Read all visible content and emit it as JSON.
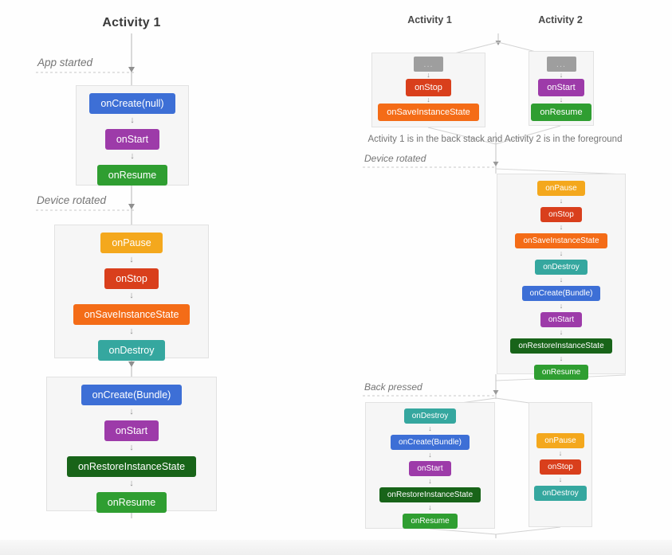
{
  "colors": {
    "blue": "#3d6fd6",
    "purple": "#9d3ba9",
    "green": "#2f9e31",
    "amber": "#f4a81d",
    "red": "#d93f1c",
    "orange": "#f46c17",
    "teal": "#35a79f",
    "darkgreen": "#186419",
    "gray": "#9e9e9e"
  },
  "left": {
    "title": "Activity 1",
    "app_started_label": "App started",
    "device_rotated_label": "Device rotated"
  },
  "right": {
    "activity1_title": "Activity 1",
    "activity2_title": "Activity 2",
    "caption": "Activity 1 is in the back stack and Activity 2 is in the foreground",
    "device_rotated_label": "Device rotated",
    "back_pressed_label": "Back pressed"
  },
  "panels": {
    "left-app-started": {
      "steps": [
        {
          "label": "onCreate(null)",
          "color": "blue"
        },
        {
          "label": "onStart",
          "color": "purple"
        },
        {
          "label": "onResume",
          "color": "green"
        }
      ]
    },
    "left-device-rotated": {
      "steps": [
        {
          "label": "onPause",
          "color": "amber"
        },
        {
          "label": "onStop",
          "color": "red"
        },
        {
          "label": "onSaveInstanceState",
          "color": "orange"
        },
        {
          "label": "onDestroy",
          "color": "teal"
        }
      ]
    },
    "left-recreated": {
      "steps": [
        {
          "label": "onCreate(Bundle)",
          "color": "blue"
        },
        {
          "label": "onStart",
          "color": "purple"
        },
        {
          "label": "onRestoreInstanceState",
          "color": "darkgreen"
        },
        {
          "label": "onResume",
          "color": "green"
        }
      ]
    },
    "right-activity1-backstack": {
      "steps": [
        {
          "label": "...",
          "color": "gray",
          "variant": "ellipsis"
        },
        {
          "label": "onStop",
          "color": "red"
        },
        {
          "label": "onSaveInstanceState",
          "color": "orange"
        }
      ]
    },
    "right-activity2-foreground": {
      "steps": [
        {
          "label": "...",
          "color": "gray",
          "variant": "ellipsis"
        },
        {
          "label": "onStart",
          "color": "purple"
        },
        {
          "label": "onResume",
          "color": "green"
        }
      ]
    },
    "right-activity2-rotated": {
      "steps": [
        {
          "label": "onPause",
          "color": "amber"
        },
        {
          "label": "onStop",
          "color": "red"
        },
        {
          "label": "onSaveInstanceState",
          "color": "orange"
        },
        {
          "label": "onDestroy",
          "color": "teal"
        },
        {
          "label": "onCreate(Bundle)",
          "color": "blue"
        },
        {
          "label": "onStart",
          "color": "purple"
        },
        {
          "label": "onRestoreInstanceState",
          "color": "darkgreen"
        },
        {
          "label": "onResume",
          "color": "green"
        }
      ]
    },
    "right-activity1-back": {
      "steps": [
        {
          "label": "onDestroy",
          "color": "teal"
        },
        {
          "label": "onCreate(Bundle)",
          "color": "blue"
        },
        {
          "label": "onStart",
          "color": "purple"
        },
        {
          "label": "onRestoreInstanceState",
          "color": "darkgreen"
        },
        {
          "label": "onResume",
          "color": "green"
        }
      ]
    },
    "right-activity2-back": {
      "steps": [
        {
          "label": "onPause",
          "color": "amber"
        },
        {
          "label": "onStop",
          "color": "red"
        },
        {
          "label": "onDestroy",
          "color": "teal"
        }
      ]
    }
  }
}
